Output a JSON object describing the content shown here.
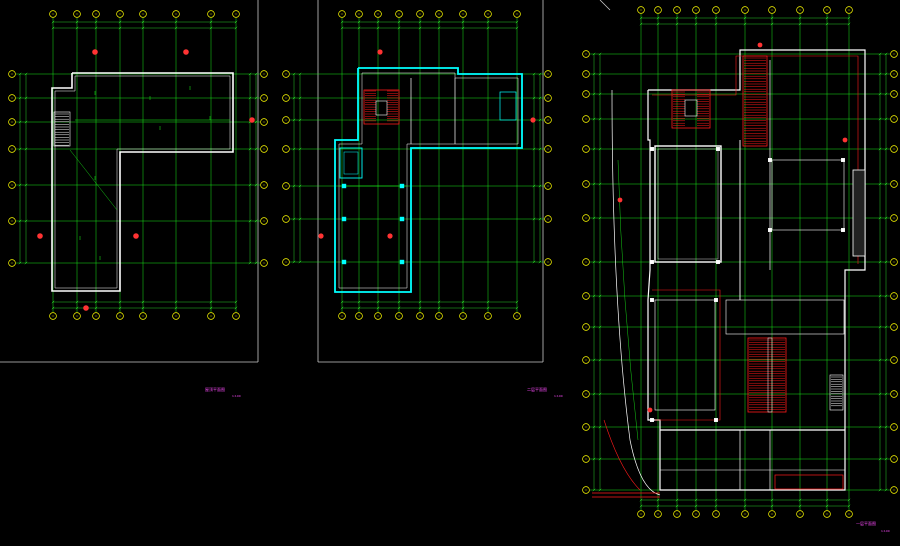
{
  "drawing": {
    "background": "#000000",
    "colors": {
      "axis": "#1aff1a",
      "axis_bubble": "#ffff00",
      "dimension": "#33ff33",
      "wall": "#ffffff",
      "wall_secondary": "#00ffff",
      "column_fill": "#ff0000",
      "stair_red": "#ff1a1a",
      "title_text": "#ff4cff",
      "sheet_frame": "#c8c8c8",
      "section_marker": "#ff3333"
    },
    "plans": [
      {
        "name": "roof-plan",
        "title": "屋顶平面图",
        "scale": "1:100"
      },
      {
        "name": "second-floor-plan",
        "title": "二层平面图",
        "scale": "1:100"
      },
      {
        "name": "first-floor-plan",
        "title": "一层平面图",
        "scale": "1:100"
      }
    ]
  }
}
